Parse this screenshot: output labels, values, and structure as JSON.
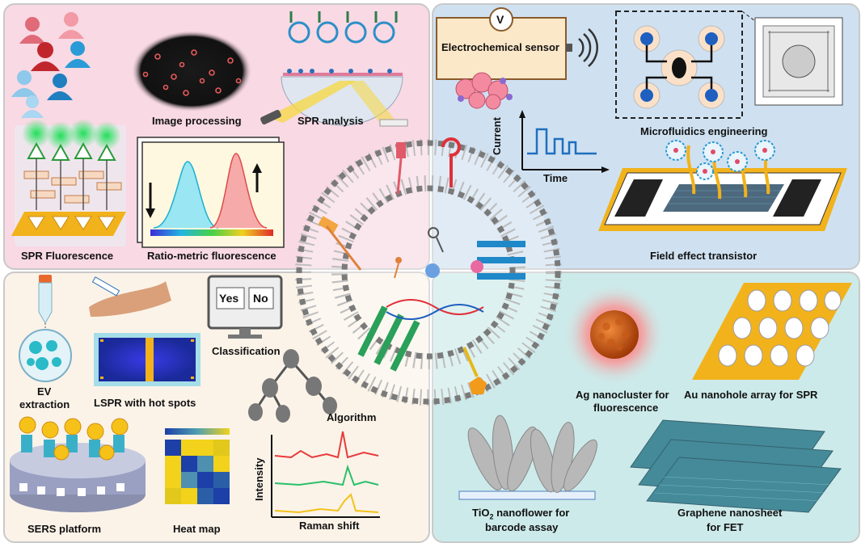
{
  "labels": {
    "image_processing": "Image processing",
    "spr_analysis": "SPR analysis",
    "spr_fluorescence": "SPR Fluorescence",
    "ratiometric": "Ratio-metric fluorescence",
    "electrochemical": "Electrochemical sensor",
    "voltmeter": "V",
    "microfluidics": "Microfluidics engineering",
    "current": "Current",
    "time": "Time",
    "fet": "Field effect transistor",
    "ev_extraction_1": "EV",
    "ev_extraction_2": "extraction",
    "lspr": "LSPR with hot spots",
    "yes": "Yes",
    "no": "No",
    "classification": "Classification",
    "algorithm": "Algorithm",
    "intensity": "Intensity",
    "raman": "Raman shift",
    "sers": "SERS platform",
    "heatmap": "Heat map",
    "ag_1": "Ag nanocluster for",
    "ag_2": "fluorescence",
    "au": "Au nanohole array  for SPR",
    "tio2_main": "TiO",
    "tio2_sub": "2",
    "tio2_rest": "  nanoflower for",
    "tio2_2": "barcode assay",
    "graphene_1": "Graphene nanosheet",
    "graphene_2": "for FET"
  },
  "colors": {
    "tl_bg": "#f8d9e4",
    "tr_bg": "#cfe1f1",
    "bl_bg": "#fbf3e8",
    "br_bg": "#cdeaea",
    "accent_blue": "#1e88c8",
    "accent_yellow": "#f2b21b",
    "accent_red": "#e23b3b"
  }
}
